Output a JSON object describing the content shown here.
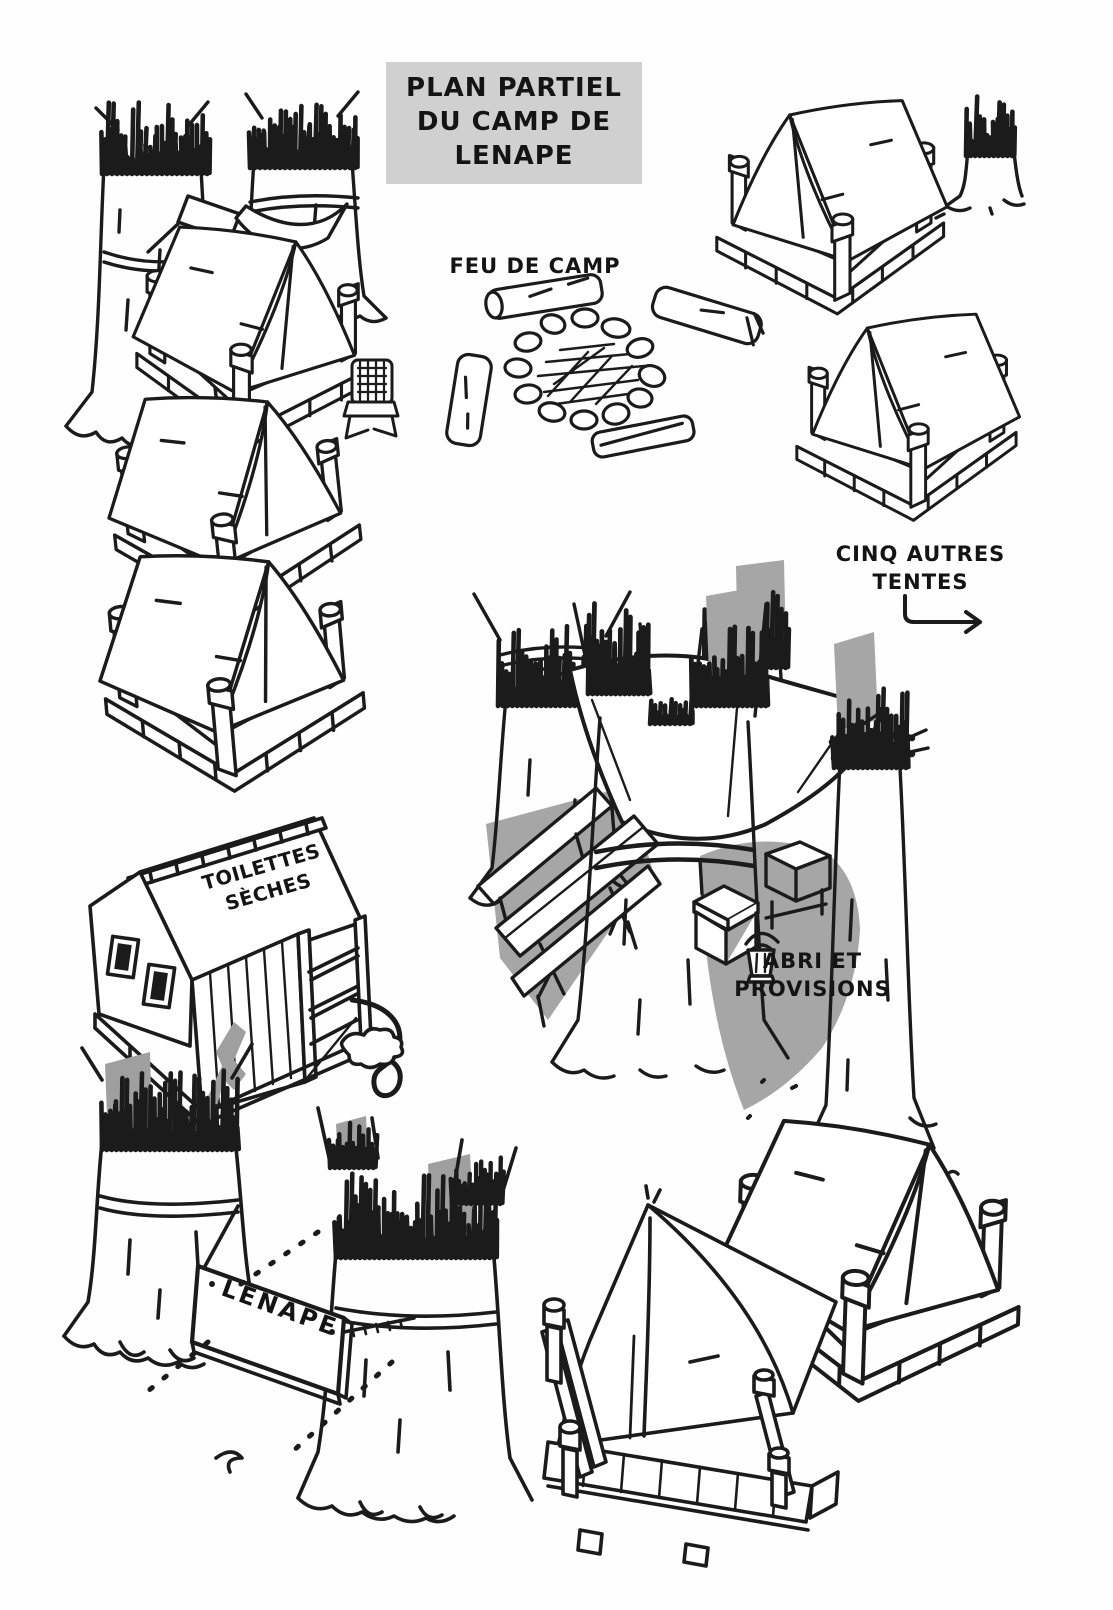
{
  "title": {
    "lines": [
      "PLAN PARTIEL",
      "DU CAMP DE",
      "LENAPE"
    ]
  },
  "labels": {
    "campfire": "FEU DE CAMP",
    "other_tents": [
      "CINQ AUTRES",
      "TENTES"
    ],
    "dry_toilets": [
      "TOILETTES",
      "SÈCHES"
    ],
    "shelter": [
      "ABRI ET",
      "PROVISIONS"
    ],
    "sign": "LENAPE"
  },
  "colors": {
    "ink": "#1b1b1b",
    "paper": "#ffffff",
    "title_bg": "#d0d0d0",
    "shade": "#a6a6a6"
  }
}
